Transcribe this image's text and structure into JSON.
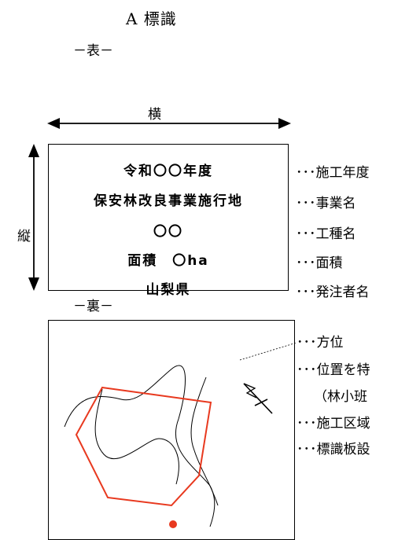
{
  "title": "A 標識",
  "front": {
    "label": "－表－",
    "width_label": "横",
    "height_label": "縦",
    "lines": [
      "令和〇〇年度",
      "保安林改良事業施行地",
      "〇〇",
      "面積　〇ha",
      "山梨県"
    ],
    "annotations": [
      "･･･施工年度",
      "･･･事業名",
      "･･･工種名",
      "･･･面積",
      "･･･発注者名"
    ]
  },
  "back": {
    "label": "－裏－",
    "annotations": [
      "･･･方位",
      "･･･位置を特",
      "（林小班",
      "･･･施工区域",
      "･･･標識板設"
    ],
    "colors": {
      "area_outline": "#e8391f",
      "sign_position": "#e8391f"
    }
  }
}
